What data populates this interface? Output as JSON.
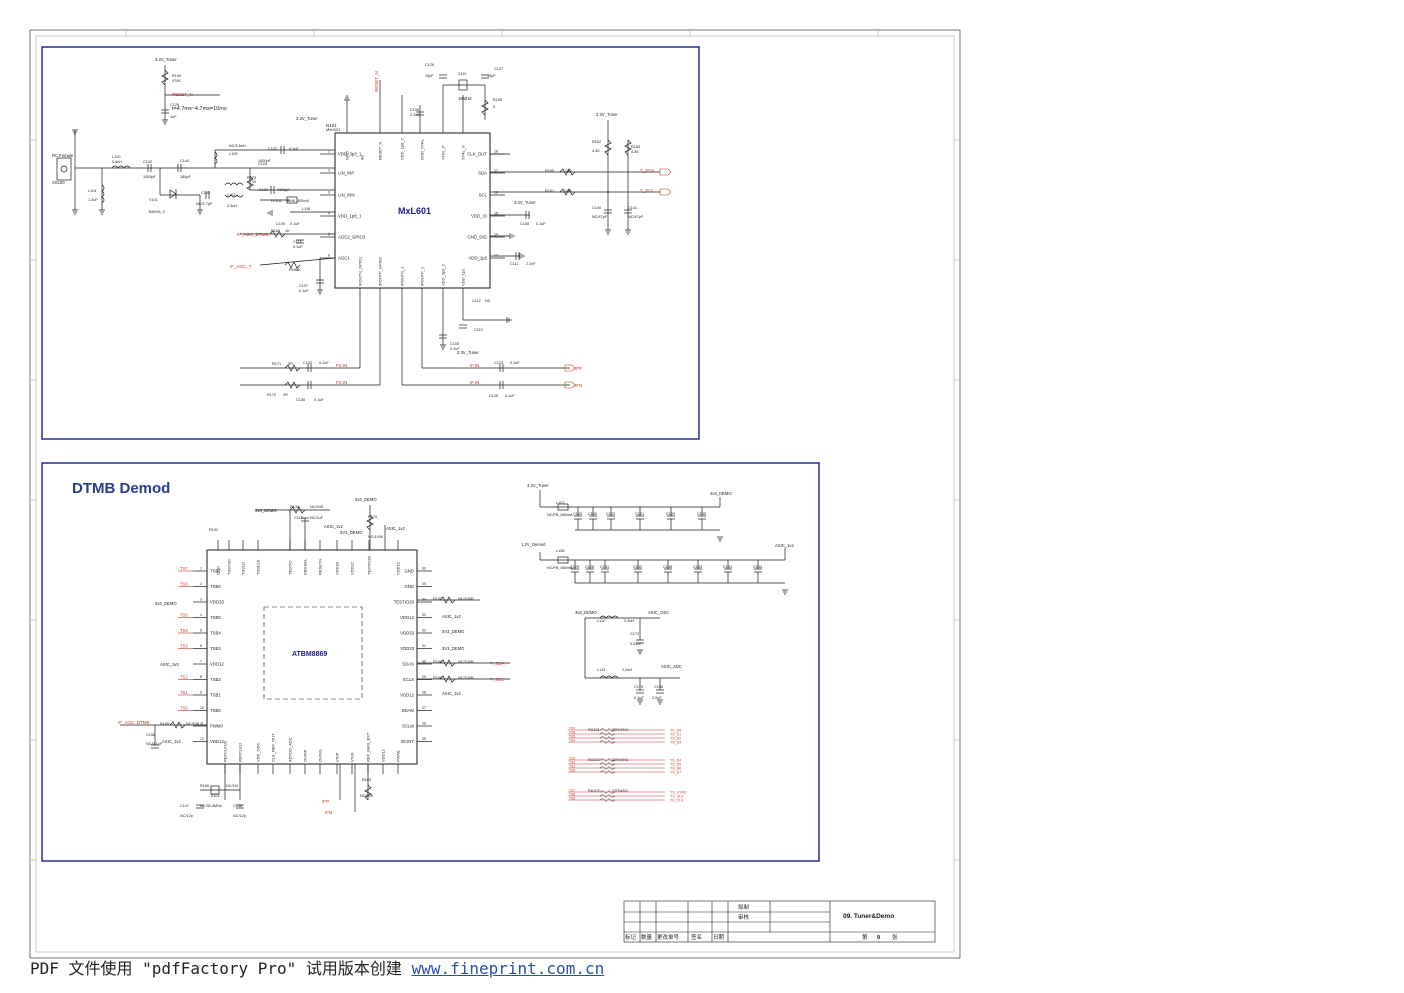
{
  "tuner": {
    "chip": "MxL601",
    "ref": "N101",
    "ref_sub": "MxL601",
    "power_top": "3.3V_Tuner",
    "pins_left": [
      "VDD_3p3_1",
      "LIN_INP",
      "LIN_INN",
      "VDD_1p8_1",
      "AGC2_GPIO3",
      "AGC1"
    ],
    "pins_left_num": [
      "1",
      "2",
      "3",
      "4",
      "5",
      "6"
    ],
    "pins_right": [
      "CLK_OUT",
      "SDA",
      "SCL",
      "VDD_IO",
      "GND_DIG",
      "VDD_1p2"
    ],
    "pins_right_num": [
      "18",
      "17",
      "16",
      "15",
      "14",
      "13"
    ],
    "pins_top": [
      "GND",
      "A0",
      "RESET_N",
      "VDD_1p8_2",
      "GND_XTAL",
      "XTAL_P",
      "XTAL_N"
    ],
    "pins_bottom": [
      "IFOUTN_GPIO1",
      "IFOUTP_GPIO2",
      "IFOUTN_1",
      "IFOUTP_1",
      "VDD_3p3_2",
      "VDD_1p2"
    ],
    "reset": "RESET_N",
    "reset_note": "t=4.7ms~4.7ms=10ms",
    "rc_input": "RC Female",
    "x_input": "XS100",
    "tag_sda": "T_SDA",
    "tag_scl": "T_SCL",
    "tag_ifp": "IFP",
    "tag_ifn": "IFN",
    "tag_agc": "IF_AGC_T",
    "tag_agc_dtmb": "IF_AGC_DTMB",
    "tag_p2in": "P2.IN",
    "tag_p2n": "P2.IN",
    "tag_ifpin": "IF.IN",
    "tag_ifnin": "IF.IN",
    "crystal": "16MHZ",
    "parts": [
      "C126",
      "15pF",
      "Z110",
      "C127",
      "15pF",
      "R159",
      "0",
      "C106",
      "2.2nF",
      "R149",
      "470K",
      "C129",
      "1uF",
      "L100",
      "3.6nH",
      "C142",
      "1000pF",
      "C144",
      "180pF",
      "NC/3.6nH",
      "L105",
      "C104",
      "1000pF",
      "C102",
      "0.1uF",
      "C103",
      "1000pF",
      "R173",
      "10",
      "L101",
      "3.3nH",
      "C143",
      "NC/2.7pF",
      "V101",
      "BAV99_3",
      "L104",
      "1.2uF",
      "FL102",
      "BLM_300mA",
      "L118",
      "C109",
      "0.1uF",
      "R167",
      "1K",
      "C118",
      "0.1uF",
      "R164",
      "1K",
      "C107",
      "0.1uF",
      "R162",
      "4.3K",
      "R163",
      "4.3K",
      "R160",
      "100",
      "R161",
      "100",
      "C140",
      "NC/47pF",
      "C141",
      "NC/47pF",
      "C108",
      "0.1uF",
      "C111",
      "2.2nF",
      "C112",
      "NC",
      "C110",
      "C105",
      "0.1uF",
      "R171",
      "0R",
      "C132",
      "0.1uF",
      "R172",
      "0R",
      "C136",
      "0.1uF",
      "C124",
      "0.1uF",
      "C125",
      "0.1uF"
    ]
  },
  "demod": {
    "title": "DTMB Demod",
    "chip": "ATBM8869",
    "pins_left": [
      "TSB7",
      "TSB6",
      "VDD33",
      "TSB5",
      "TSB4",
      "TSB3",
      "VDD12",
      "TSB2",
      "TSB1",
      "TSB0",
      "PWM0",
      "VDD12"
    ],
    "pins_left_num": [
      "1",
      "2",
      "3",
      "4",
      "5",
      "6",
      "7",
      "8",
      "9",
      "10",
      "11",
      "12"
    ],
    "pins_right": [
      "GND",
      "GND",
      "TESTIO20",
      "VDD12",
      "VDD33",
      "VDD33",
      "SDAS",
      "SCLS",
      "VDD12",
      "SDAM",
      "SCLM",
      "BCINT"
    ],
    "pins_right_num": [
      "36",
      "35",
      "34",
      "33",
      "32",
      "31",
      "30",
      "29",
      "28",
      "27",
      "26",
      "25"
    ],
    "pins_top": [
      "GND",
      "TSSYNC",
      "TSVLD",
      "TSSCLK",
      "TESTIO",
      "DBGSEL",
      "RESETN",
      "VDD33",
      "VDD12",
      "TESTIO20",
      "VDD12"
    ],
    "pins_bottom": [
      "REFCLK1O",
      "REFCLK1I",
      "VDD_OSC",
      "CLK_REF_OUT",
      "ADVDD_ADC",
      "OVINP",
      "OVINN",
      "VINP",
      "VINN",
      "REF_BIAS_EXT",
      "VDD12",
      "PWM1"
    ],
    "ts_left": [
      "TS7",
      "TS6",
      "TS5",
      "TS4",
      "TS3",
      "TS2",
      "TS1",
      "TS0"
    ],
    "rails": [
      "3v3_DEMO",
      "3V3_DEMO",
      "ASIC_1v2",
      "1.2V_Demod",
      "3.3V_Tuner",
      "ASIC_OSC",
      "ASIC_ADC"
    ],
    "tags": [
      "T_SDA",
      "T_SCL",
      "IF_AGC_DTMB",
      "IFP",
      "IFN"
    ],
    "ts_out": [
      "TS_D0",
      "TS_D1",
      "TS_D2",
      "TS_D3",
      "TS_D4",
      "TS_D5",
      "TS_D6",
      "TS_D7",
      "TS_SYNC",
      "TS_VLD",
      "TS_CLK"
    ],
    "parts": [
      "R134",
      "NC/10K",
      "C113",
      "NC/1uF",
      "R170",
      "NC/100K",
      "R107",
      "NC/100R",
      "R169",
      "NC/100R",
      "R168",
      "NC/100R",
      "R165",
      "NC/10K",
      "C156",
      "NC/0.1uF",
      "R166",
      "NC/1M",
      "Z101",
      "NC/30.4MHz",
      "C147",
      "NC/12p",
      "C158",
      "NC/12p",
      "R102",
      "R163",
      "NC/10K",
      "L107",
      "NC/FB_680mA",
      "L108",
      "NC/FB_680mA",
      "L112",
      "2.2uH",
      "C172",
      "0.01uF",
      "L113",
      "2.2uH",
      "C170",
      "0.1uF",
      "C168",
      "2.2uF",
      "RA101",
      "22R/4/NC",
      "RA102",
      "22R/4/NC",
      "RA103",
      "22R/4/NC"
    ],
    "caps_top": [
      "C125",
      "C126",
      "C120",
      "C121",
      "C122",
      "C155"
    ],
    "caps_bot": [
      "C129",
      "C128",
      "C131",
      "C130",
      "C138",
      "C133",
      "C151",
      "C134"
    ]
  },
  "title_block": {
    "drawn": "拟制",
    "review": "审核",
    "title": "09. Tuner&Demo",
    "row_labels": [
      "标记",
      "数量",
      "更改单号",
      "签名",
      "日期"
    ],
    "sheet_prefix": "第",
    "sheet_num": "9",
    "sheet_suffix": "张"
  },
  "footer": {
    "text": "PDF 文件使用 \"pdfFactory Pro\" 试用版本创建 ",
    "link": "www.fineprint.com.cn"
  },
  "colors": {
    "wire": "#1a1a1a",
    "label": "#c0392b",
    "frame": "#1c1c8c",
    "title": "#2c3c8c",
    "body": "#1a1a1a"
  }
}
